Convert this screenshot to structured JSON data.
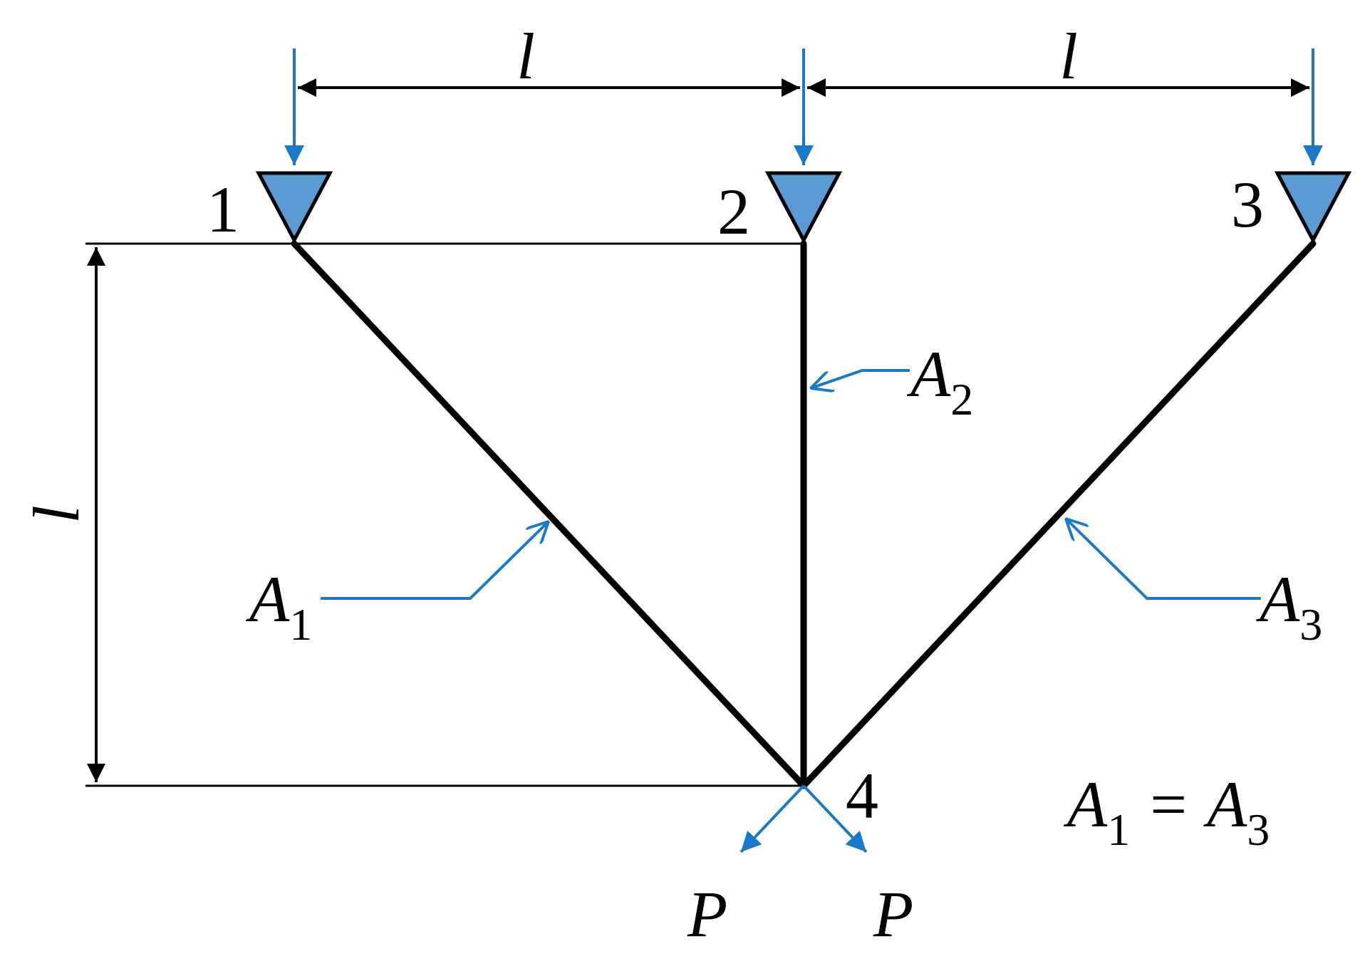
{
  "colors": {
    "support_fill": "#5b9bd5",
    "load_arrow": "#1a7ac7",
    "member": "#000000"
  },
  "nodes": {
    "n1": "1",
    "n2": "2",
    "n3": "3",
    "n4": "4"
  },
  "dimensions": {
    "span_left": "l",
    "span_right": "l",
    "height": "l"
  },
  "members": {
    "a1": {
      "symbol": "A",
      "subscript": "1"
    },
    "a2": {
      "symbol": "A",
      "subscript": "2"
    },
    "a3": {
      "symbol": "A",
      "subscript": "3"
    }
  },
  "loads": {
    "p_left": "P",
    "p_right": "P"
  },
  "equation": {
    "lhs_symbol": "A",
    "lhs_subscript": "1",
    "operator": "=",
    "rhs_symbol": "A",
    "rhs_subscript": "3"
  }
}
